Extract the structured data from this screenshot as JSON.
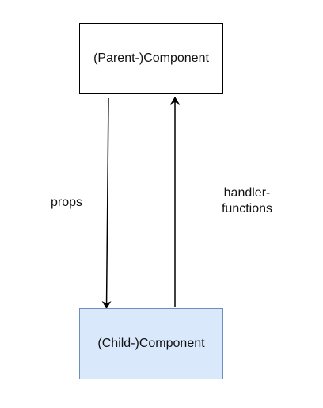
{
  "diagram": {
    "nodes": {
      "parent": {
        "label": "(Parent-)Component"
      },
      "child": {
        "label": "(Child-)Component"
      }
    },
    "edges": {
      "props": {
        "label": "props",
        "from": "parent",
        "to": "child"
      },
      "handlers": {
        "label_line1": "handler-",
        "label_line2": "functions",
        "from": "child",
        "to": "parent"
      }
    },
    "colors": {
      "parent_fill": "#ffffff",
      "parent_stroke": "#000000",
      "child_fill": "#dae8fc",
      "child_stroke": "#6c8ebf",
      "edge": "#000000"
    }
  }
}
